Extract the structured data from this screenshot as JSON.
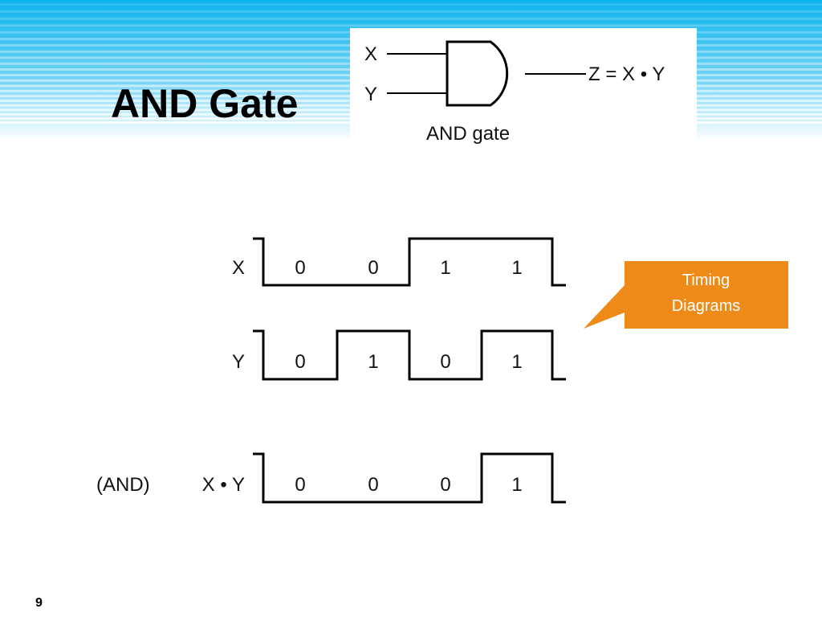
{
  "slide": {
    "title": "AND Gate",
    "page_number": "9"
  },
  "gate": {
    "input_x": "X",
    "input_y": "Y",
    "output": "Z = X • Y",
    "caption": "AND gate"
  },
  "timing": {
    "signals": [
      {
        "label": "X",
        "prefix": "",
        "bits": [
          "0",
          "0",
          "1",
          "1"
        ]
      },
      {
        "label": "Y",
        "prefix": "",
        "bits": [
          "0",
          "1",
          "0",
          "1"
        ]
      },
      {
        "label": "X • Y",
        "prefix": "(AND)",
        "bits": [
          "0",
          "0",
          "0",
          "1"
        ]
      }
    ]
  },
  "callout": {
    "line1": "Timing",
    "line2": "Diagrams",
    "color": "#EE8A17"
  },
  "colors": {
    "banner_top": "#0CB4EE",
    "banner_bottom": "#FFFFFF"
  }
}
